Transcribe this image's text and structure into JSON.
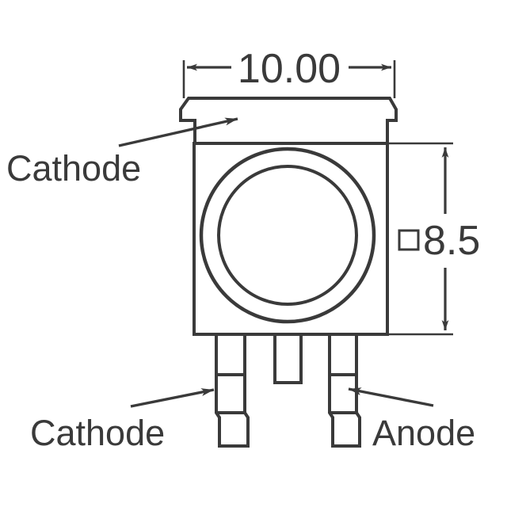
{
  "drawing": {
    "type": "mechanical-outline-drawing",
    "subject": "LED package front view",
    "line_color": "#3a3a3a",
    "fill_color": "#ffffff",
    "background": "#ffffff",
    "dimensions": {
      "width": {
        "value": "10.00",
        "position": "top",
        "arrow_style": "outward",
        "data_name": "dimension-width"
      },
      "height": {
        "value": "8.5",
        "prefix_symbol": "□",
        "position": "right",
        "arrow_style": "outward",
        "data_name": "dimension-height"
      }
    },
    "callouts": [
      {
        "label": "Cathode",
        "target": "cathode-flange-notch",
        "position": "upper-left",
        "data_name": "callout-cathode-flange"
      },
      {
        "label": "Cathode",
        "target": "cathode-lead",
        "position": "lower-left",
        "data_name": "callout-cathode-lead"
      },
      {
        "label": "Anode",
        "target": "anode-lead",
        "position": "lower-right",
        "data_name": "callout-anode-lead"
      }
    ],
    "features": {
      "body": "square-housing",
      "lens": "concentric-circles",
      "leads": [
        "cathode-lead-left",
        "center-lead-short",
        "anode-lead-right"
      ],
      "flange": "top-cap-with-notch"
    }
  }
}
